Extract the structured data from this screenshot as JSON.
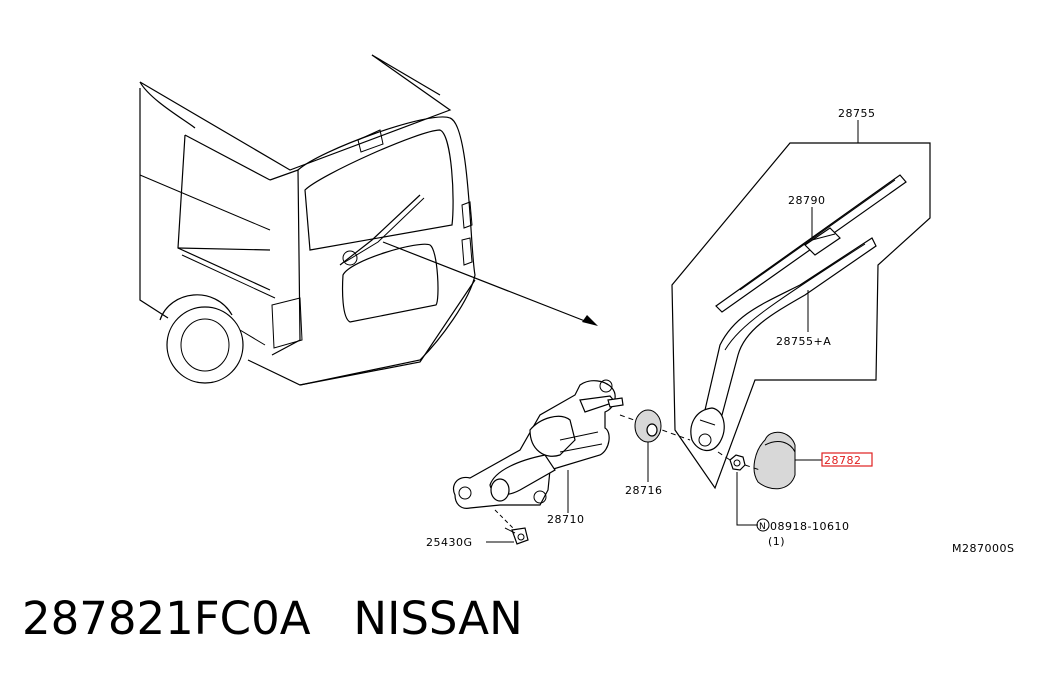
{
  "diagram": {
    "labels": {
      "assembly": "28755",
      "blade": "28790",
      "arm": "28755+A",
      "motor": "28710",
      "cap": "28716",
      "bolt": "25430G",
      "nut_callout": "08918-10610",
      "nut_circle": "N",
      "nut_qty": "(1)",
      "highlighted": "28782",
      "code": "M287000S"
    },
    "highlight_color": "#e02020"
  },
  "caption": "287821FC0A   NISSAN"
}
